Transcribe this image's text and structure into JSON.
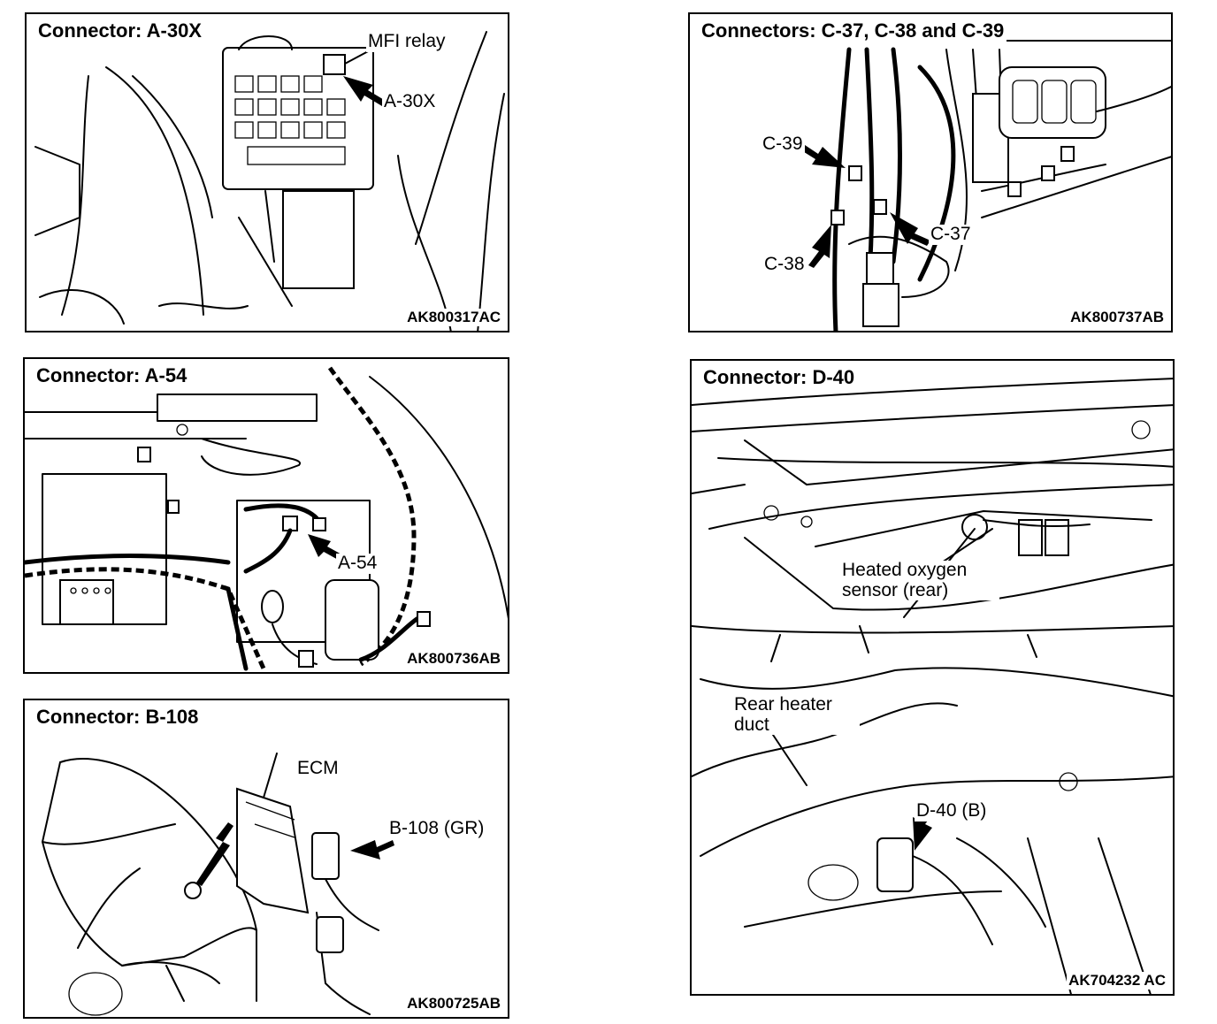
{
  "panels": [
    {
      "title": "Connector: A-30X",
      "code": "AK800317AC",
      "labels": [
        "MFI relay",
        "A-30X"
      ]
    },
    {
      "title": "Connectors: C-37, C-38 and C-39",
      "code": "AK800737AB",
      "labels": [
        "C-39",
        "C-37",
        "C-38"
      ]
    },
    {
      "title": "Connector: A-54",
      "code": "AK800736AB",
      "labels": [
        "A-54"
      ]
    },
    {
      "title": "Connector: D-40",
      "code": "AK704232 AC",
      "labels": [
        "Heated oxygen sensor (rear)",
        "Rear heater duct",
        "D-40 (B)"
      ]
    },
    {
      "title": "Connector: B-108",
      "code": "AK800725AB",
      "labels": [
        "ECM",
        "B-108 (GR)"
      ]
    }
  ]
}
